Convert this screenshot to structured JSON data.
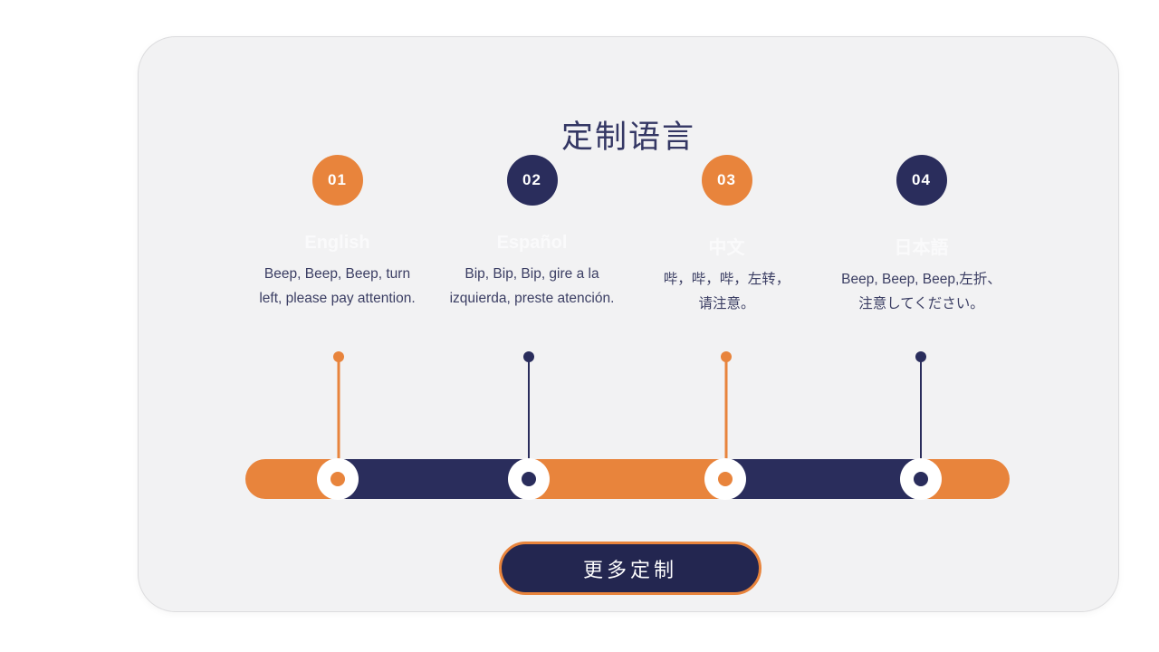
{
  "page": {
    "title": "定制语言"
  },
  "colors": {
    "orange": "#E8843C",
    "navy": "#2A2D5C",
    "title_navy": "#343764",
    "button_fill": "#232650",
    "text_body": "#3B3E63",
    "label_faint": "#FAFAFB",
    "card_bg": "#F2F2F3",
    "page_bg": "#FFFFFF"
  },
  "steps": [
    {
      "number": "01",
      "language": "English",
      "line1": "Beep, Beep, Beep, turn",
      "line2": "left, please pay attention.",
      "accent": "orange"
    },
    {
      "number": "02",
      "language": "Español",
      "line1": "Bip, Bip, Bip, gire a la",
      "line2": "izquierda, preste atención.",
      "accent": "navy"
    },
    {
      "number": "03",
      "language": "中文",
      "line1": "哔，哔，哔，左转，",
      "line2": "请注意。",
      "accent": "orange"
    },
    {
      "number": "04",
      "language": "日本語",
      "line1": "Beep, Beep, Beep,左折、",
      "line2": "注意してください。",
      "accent": "navy"
    }
  ],
  "cta": {
    "label": "更多定制"
  }
}
